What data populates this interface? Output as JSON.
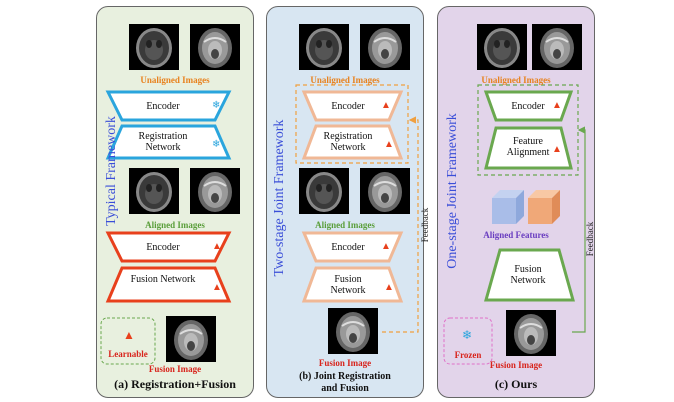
{
  "panels": [
    {
      "vertical_title": "Typical Framework",
      "top_label": "Unaligned Images",
      "encoder_label": "Encoder",
      "registration_label": "Registration Network",
      "aligned_label": "Aligned Images",
      "encoder2_label": "Encoder",
      "fusion_label": "Fusion Network",
      "learnable_label": "Learnable",
      "fusion_image_label": "Fusion Image",
      "caption": "(a) Registration+Fusion"
    },
    {
      "vertical_title": "Two-stage Joint Framework",
      "top_label": "Unaligned Images",
      "encoder_label": "Encoder",
      "registration_label": "Registration Network",
      "aligned_label": "Aligned Images",
      "encoder2_label": "Encoder",
      "fusion_label": "Fusion Network",
      "feedback_label": "Feedback",
      "fusion_image_label": "Fusion Image",
      "caption_line1": "(b) Joint Registration",
      "caption_line2": "and Fusion"
    },
    {
      "vertical_title": "One-stage Joint Framework",
      "top_label": "Unaligned Images",
      "encoder_label": "Encoder",
      "alignment_label": "Feature Alignment",
      "aligned_features_label": "Aligned Features",
      "fusion_label": "Fusion Network",
      "feedback_label": "Feedback",
      "frozen_label": "Frozen",
      "fusion_image_label": "Fusion Image",
      "caption": "(c) Ours"
    }
  ],
  "colors": {
    "panel_a_bg": "#e8f0df",
    "panel_b_bg": "#d8e6f2",
    "panel_c_bg": "#e2d4ea",
    "blue_block": "#2aa5dd",
    "red_block": "#e8401c",
    "peach_block": "#f0b896",
    "green_block": "#6aa84f",
    "orange_text": "#e8821e",
    "green_text": "#5a9e3a",
    "red_text": "#d8241c",
    "purple_text": "#6a3ec0",
    "title_blue": "#3a4ed8"
  },
  "icons": [
    "snowflake-icon",
    "flame-icon",
    "brain-scan-image"
  ]
}
